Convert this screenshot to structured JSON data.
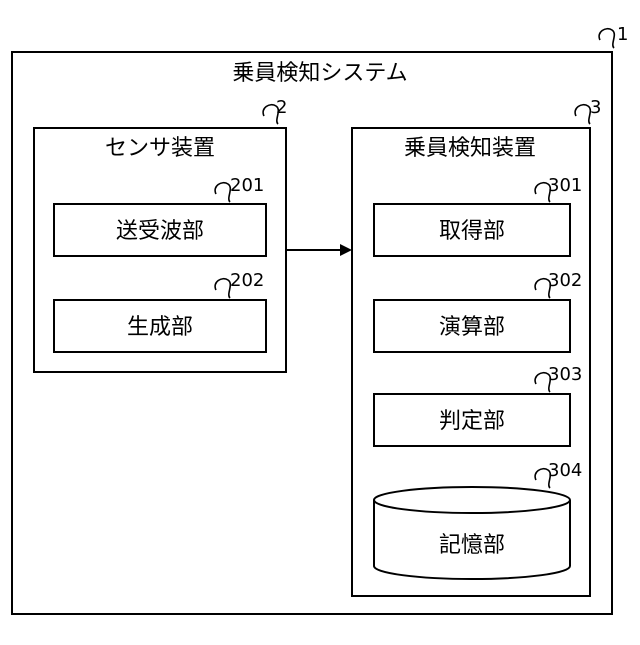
{
  "system": {
    "ref": "1",
    "title": "乗員検知システム"
  },
  "sensor": {
    "ref": "2",
    "title": "センサ装置",
    "units": [
      {
        "ref": "201",
        "label": "送受波部"
      },
      {
        "ref": "202",
        "label": "生成部"
      }
    ]
  },
  "detector": {
    "ref": "3",
    "title": "乗員検知装置",
    "units": [
      {
        "ref": "301",
        "label": "取得部"
      },
      {
        "ref": "302",
        "label": "演算部"
      },
      {
        "ref": "303",
        "label": "判定部"
      },
      {
        "ref": "304",
        "label": "記憶部"
      }
    ]
  }
}
